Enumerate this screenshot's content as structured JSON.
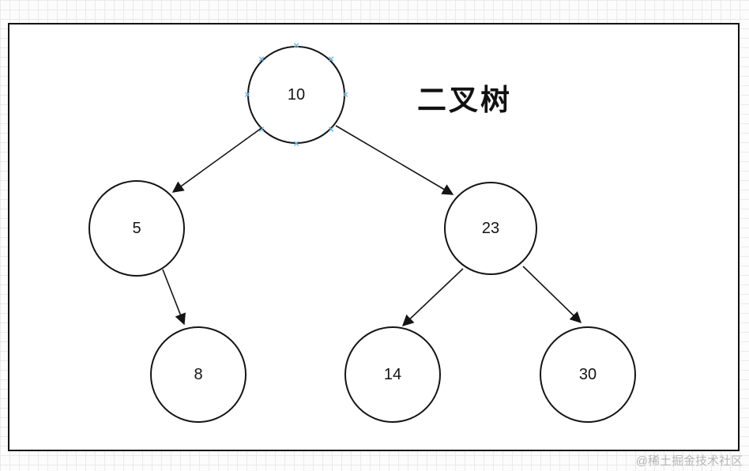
{
  "title": "二叉树",
  "watermark": "@稀土掘金技术社区",
  "nodes": [
    {
      "value": "10",
      "selected": true
    },
    {
      "value": "5",
      "selected": false
    },
    {
      "value": "23",
      "selected": false
    },
    {
      "value": "8",
      "selected": false
    },
    {
      "value": "14",
      "selected": false
    },
    {
      "value": "30",
      "selected": false
    }
  ],
  "edges": [
    {
      "from": "10",
      "to": "5"
    },
    {
      "from": "10",
      "to": "23"
    },
    {
      "from": "5",
      "to": "8"
    },
    {
      "from": "23",
      "to": "14"
    },
    {
      "from": "23",
      "to": "30"
    }
  ],
  "icons": {
    "selection_x": "×"
  },
  "colors": {
    "node_stroke": "#141414",
    "selection_handle": "#74b6e3",
    "watermark": "#b5b5b5"
  }
}
